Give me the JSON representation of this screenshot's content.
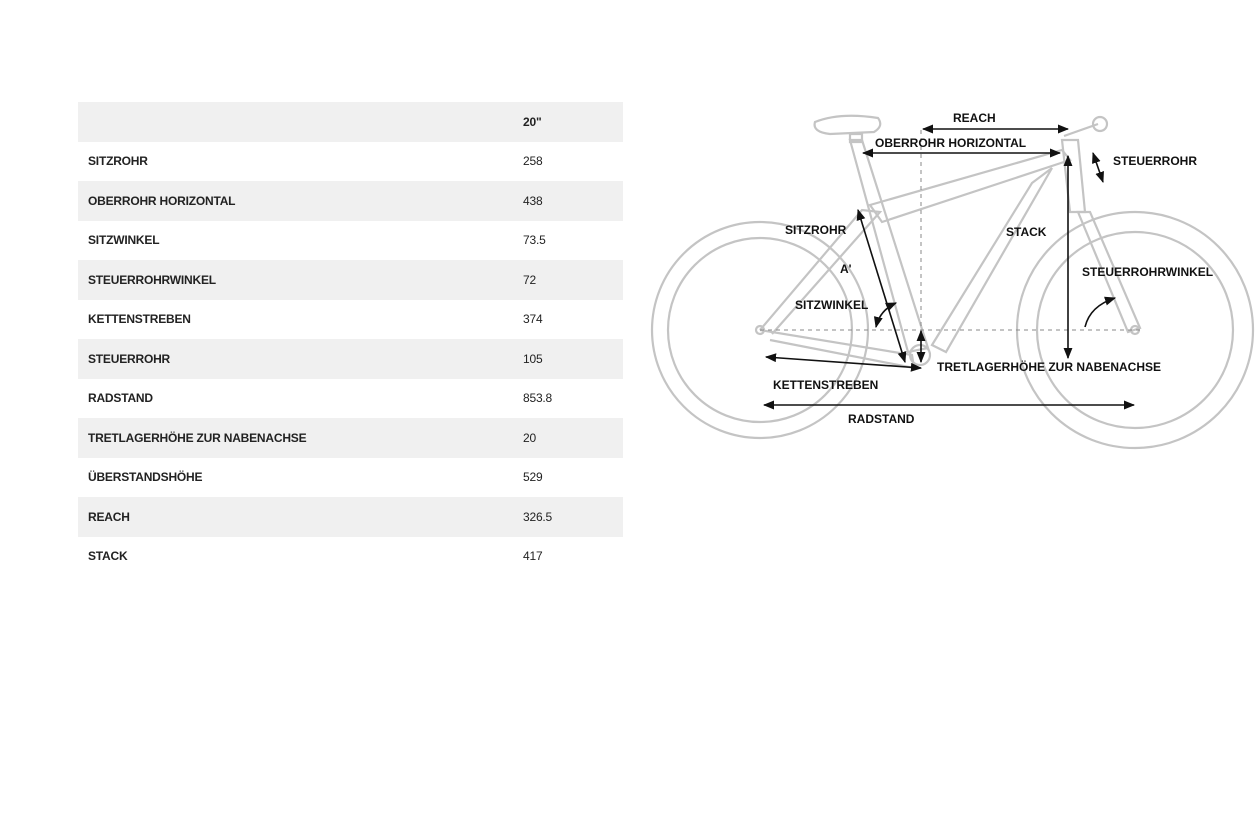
{
  "table": {
    "size_header": "20\"",
    "rows": [
      {
        "label": "SITZROHR",
        "value": "258"
      },
      {
        "label": "OBERROHR HORIZONTAL",
        "value": "438"
      },
      {
        "label": "SITZWINKEL",
        "value": "73.5"
      },
      {
        "label": "STEUERROHRWINKEL",
        "value": "72"
      },
      {
        "label": "KETTENSTREBEN",
        "value": "374"
      },
      {
        "label": "STEUERROHR",
        "value": "105"
      },
      {
        "label": "RADSTAND",
        "value": "853.8"
      },
      {
        "label": "TRETLAGERHÖHE ZUR NABENACHSE",
        "value": "20"
      },
      {
        "label": "ÜBERSTANDSHÖHE",
        "value": "529"
      },
      {
        "label": "REACH",
        "value": "326.5"
      },
      {
        "label": "STACK",
        "value": "417"
      }
    ]
  },
  "diagram": {
    "labels": {
      "reach": "REACH",
      "oberrohr": "OBERROHR HORIZONTAL",
      "steuerrohr": "STEUERROHR",
      "sitzrohr": "SITZROHR",
      "stack": "STACK",
      "a": "A'",
      "steuerrohrwinkel": "STEUERROHRWINKEL",
      "sitzwinkel": "SITZWINKEL",
      "tretlager": "TRETLAGERHÖHE ZUR NABENACHSE",
      "kettenstreben": "KETTENSTREBEN",
      "radstand": "RADSTAND"
    },
    "colors": {
      "frame": "#c4c4c4",
      "arrows": "#111111"
    }
  }
}
